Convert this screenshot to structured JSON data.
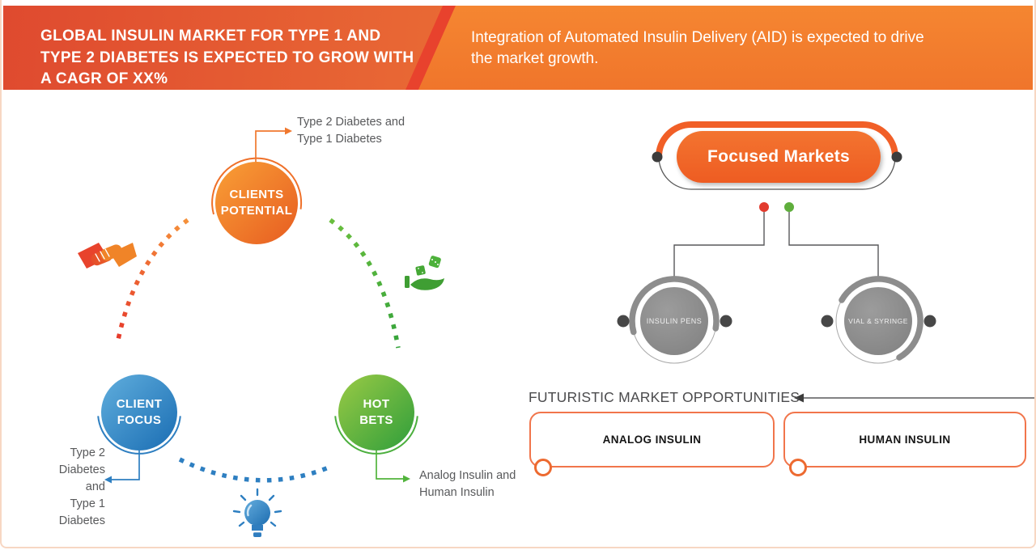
{
  "banner": {
    "headline": "GLOBAL INSULIN MARKET FOR TYPE 1 AND\nTYPE 2 DIABETES IS EXPECTED TO GROW WITH\nA CAGR OF XX%",
    "subtext": "Integration of Automated Insulin Delivery (AID) is expected to drive\nthe market growth."
  },
  "cycle": {
    "clients_potential": {
      "label": "CLIENTS\nPOTENTIAL",
      "callout": "Type 2 Diabetes and\nType 1 Diabetes"
    },
    "client_focus": {
      "label": "CLIENT\nFOCUS",
      "callout": "Type 2 Diabetes\nand\nType 1 Diabetes"
    },
    "hot_bets": {
      "label": "HOT\nBETS",
      "callout": "Analog Insulin and\nHuman Insulin"
    },
    "icons": {
      "handshake": "handshake-icon",
      "dice_hand": "dice-hand-icon",
      "lightbulb": "lightbulb-icon"
    }
  },
  "focused_markets": {
    "title": "Focused Markets",
    "segments": [
      {
        "label": "INSULIN PENS"
      },
      {
        "label": "VIAL & SYRINGE"
      }
    ]
  },
  "opportunities": {
    "heading": "FUTURISTIC MARKET OPPORTUNITIES",
    "items": [
      {
        "label": "ANALOG INSULIN"
      },
      {
        "label": "HUMAN INSULIN"
      }
    ]
  },
  "colors": {
    "banner_left_start": "#df4a2f",
    "banner_left_end": "#f6933c",
    "banner_stripe": "#e8422d",
    "banner_right": "#f27b2c",
    "accent_orange": "#ee6325",
    "accent_blue": "#2e7fc1",
    "accent_green": "#4caf3e",
    "accent_red": "#e23b2e",
    "neutral_gray": "#8d8d8d",
    "label_gray": "#58595b"
  }
}
